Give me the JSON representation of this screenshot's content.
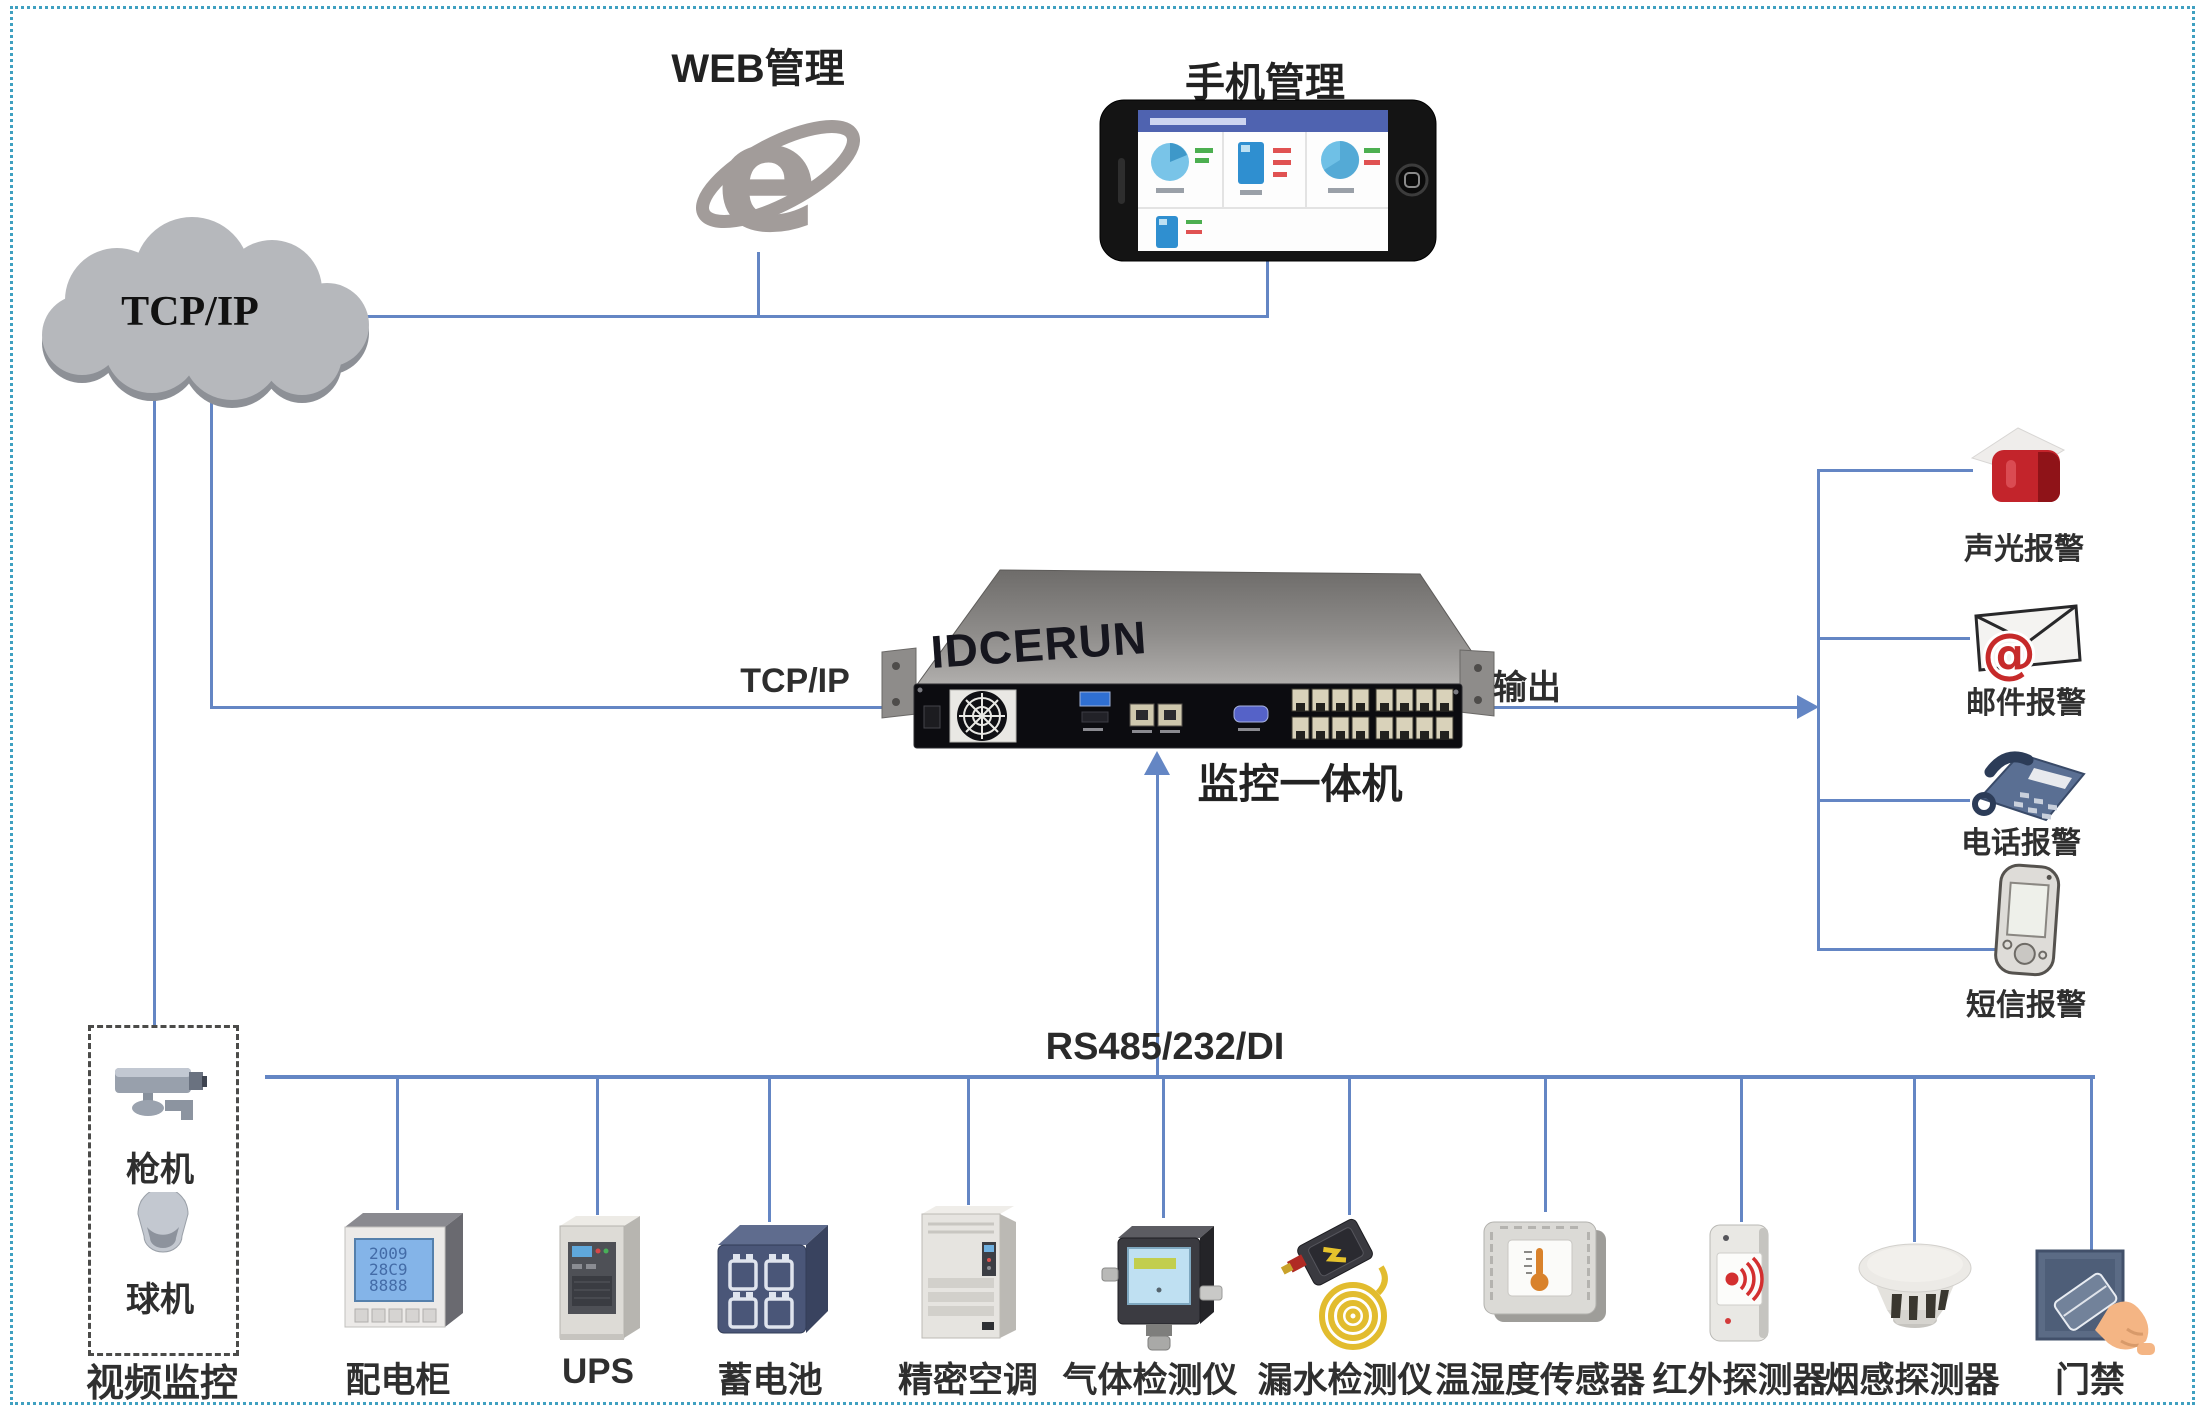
{
  "diagram": {
    "cloud": {
      "label": "TCP/IP"
    },
    "web": {
      "label": "WEB管理"
    },
    "mobile": {
      "label": "手机管理"
    },
    "server": {
      "brand": "IDCERUN",
      "label": "监控一体机",
      "left_link_label": "TCP/IP",
      "output_label": "输出"
    },
    "field_bus": {
      "label": "RS485/232/DI"
    },
    "alarms": [
      {
        "label": "声光报警",
        "icon": "siren-icon"
      },
      {
        "label": "邮件报警",
        "icon": "email-icon"
      },
      {
        "label": "电话报警",
        "icon": "telephone-icon"
      },
      {
        "label": "短信报警",
        "icon": "sms-phone-icon"
      }
    ],
    "video": {
      "title": "视频监控",
      "cameras": [
        {
          "label": "枪机",
          "icon": "bullet-camera-icon"
        },
        {
          "label": "球机",
          "icon": "dome-camera-icon"
        }
      ]
    },
    "devices": [
      {
        "label": "配电柜",
        "icon": "power-distribution-cabinet-icon"
      },
      {
        "label": "UPS",
        "icon": "ups-tower-icon"
      },
      {
        "label": "蓄电池",
        "icon": "battery-bank-icon"
      },
      {
        "label": "精密空调",
        "icon": "precision-air-conditioner-icon"
      },
      {
        "label": "气体检测仪",
        "icon": "gas-detector-icon"
      },
      {
        "label": "漏水检测仪",
        "icon": "water-leak-detector-icon"
      },
      {
        "label": "温湿度传感器",
        "icon": "temp-humidity-sensor-icon"
      },
      {
        "label": "红外探测器",
        "icon": "infrared-detector-icon"
      },
      {
        "label": "烟感探测器",
        "icon": "smoke-detector-icon"
      },
      {
        "label": "门禁",
        "icon": "access-control-icon"
      }
    ],
    "colors": {
      "line_blue": "#6486c4",
      "border_dotted": "#3fa0c0",
      "siren_red": "#c3242b",
      "alarm_red": "#c62a2a",
      "screen_blue": "#84b4e8",
      "label_text": "#2f2f2f"
    }
  }
}
